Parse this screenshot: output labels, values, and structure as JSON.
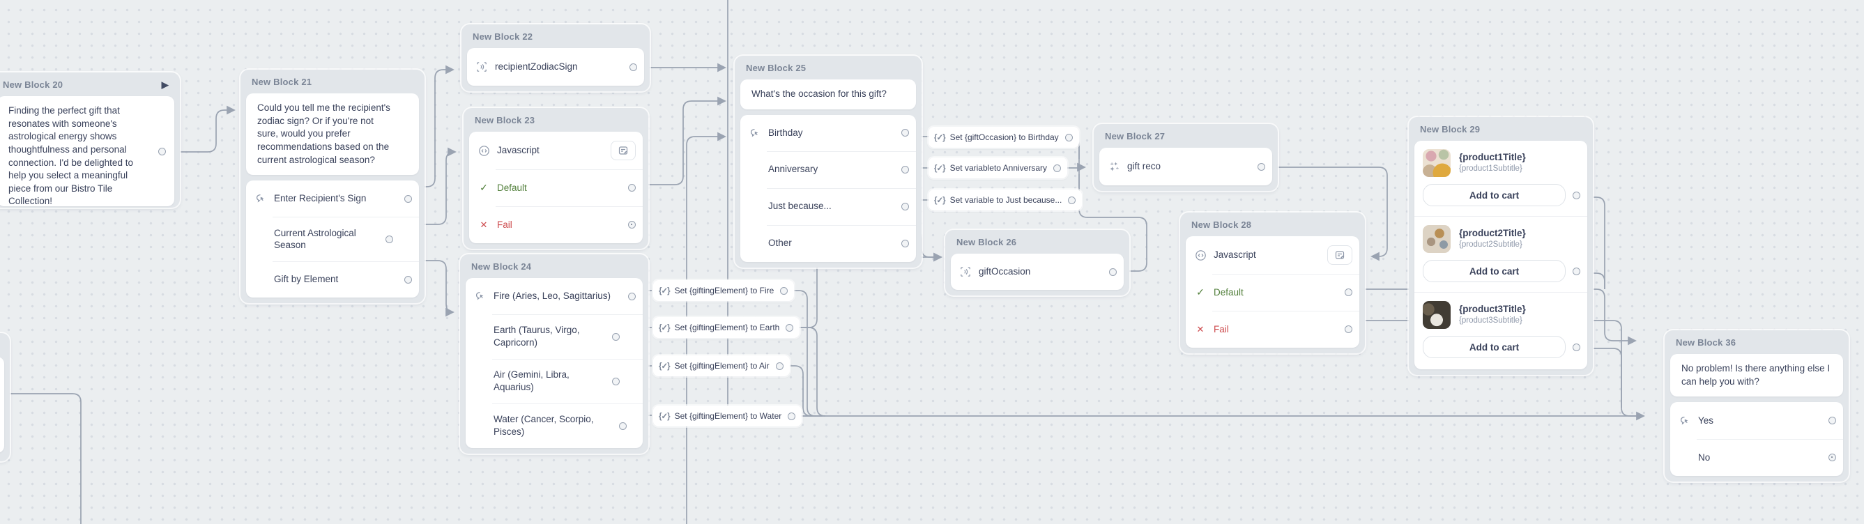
{
  "canvas": {
    "edge_color": "#9aa3b1",
    "accent_green": "#53803c",
    "accent_red": "#cd4b4e"
  },
  "blocks": {
    "b20": {
      "title": "New Block 20",
      "message": "Finding the perfect gift that resonates with someone's astrological energy shows thoughtfulness and personal connection. I'd be delighted to help you select a meaningful piece from our Bistro Tile Collection!"
    },
    "b21": {
      "title": "New Block 21",
      "message": "Could you tell me the recipient's zodiac sign? Or if you're not sure, would you prefer recommendations based on the current astrological season?",
      "buttons": [
        {
          "label": "Enter Recipient's Sign"
        },
        {
          "label": "Current Astrological Season"
        },
        {
          "label": "Gift by Element"
        }
      ]
    },
    "b22": {
      "title": "New Block 22",
      "capture": "recipientZodiacSign"
    },
    "b23": {
      "title": "New Block 23",
      "code_label": "Javascript",
      "paths": [
        {
          "label": "Default"
        },
        {
          "label": "Fail"
        }
      ]
    },
    "b24": {
      "title": "New Block 24",
      "buttons": [
        {
          "label": "Fire (Aries, Leo, Sagittarius)"
        },
        {
          "label": "Earth (Taurus, Virgo, Capricorn)"
        },
        {
          "label": "Air (Gemini, Libra, Aquarius)"
        },
        {
          "label": "Water (Cancer, Scorpio, Pisces)"
        }
      ]
    },
    "b25": {
      "title": "New Block 25",
      "message": "What's the occasion for this gift?",
      "buttons": [
        {
          "label": "Birthday"
        },
        {
          "label": "Anniversary"
        },
        {
          "label": "Just because..."
        },
        {
          "label": "Other"
        }
      ]
    },
    "b26": {
      "title": "New Block 26",
      "capture": "giftOccasion"
    },
    "b27": {
      "title": "New Block 27",
      "ai_label": "gift reco"
    },
    "b28": {
      "title": "New Block 28",
      "code_label": "Javascript",
      "paths": [
        {
          "label": "Default"
        },
        {
          "label": "Fail"
        }
      ]
    },
    "b29": {
      "title": "New Block 29",
      "products": [
        {
          "title": "{product1Title}",
          "subtitle": "{product1Subtitle}",
          "button": "Add to cart"
        },
        {
          "title": "{product2Title}",
          "subtitle": "{product2Subtitle}",
          "button": "Add to cart"
        },
        {
          "title": "{product3Title}",
          "subtitle": "{product3Subtitle}",
          "button": "Add to cart"
        }
      ]
    },
    "b36": {
      "title": "New Block 36",
      "message": "No problem! Is there anything else I can help you with?",
      "buttons": [
        {
          "label": "Yes"
        },
        {
          "label": "No"
        }
      ]
    }
  },
  "chips": {
    "occasion": [
      {
        "label": "Set {giftOccasion} to Birthday"
      },
      {
        "label": "Set variableto Anniversary"
      },
      {
        "label": "Set variable to Just because..."
      }
    ],
    "element": [
      {
        "label": "Set {giftingElement} to Fire"
      },
      {
        "label": "Set {giftingElement} to Earth"
      },
      {
        "label": "Set {giftingElement} to Air"
      },
      {
        "label": "Set {giftingElement} to Water"
      }
    ]
  }
}
